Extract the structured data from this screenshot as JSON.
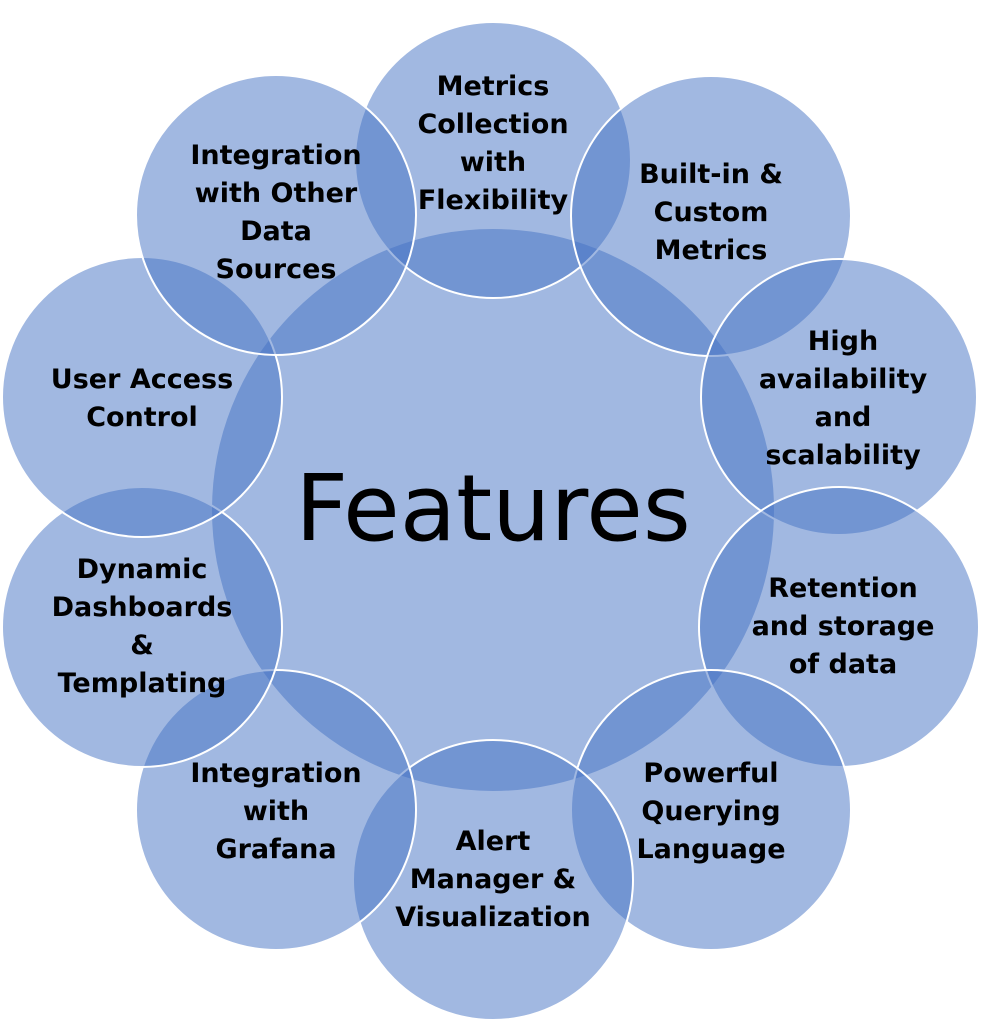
{
  "diagram": {
    "colors": {
      "circle_fill": "#4472c4",
      "circle_opacity": 0.5,
      "circle_stroke": "#ffffff",
      "text": "#000000"
    },
    "center": {
      "label": "Features"
    },
    "features": [
      {
        "lines": [
          "Metrics",
          "Collection",
          "with",
          "Flexibility"
        ]
      },
      {
        "lines": [
          "Built-in &",
          "Custom",
          "Metrics"
        ]
      },
      {
        "lines": [
          "High",
          "availability",
          "and",
          "scalability"
        ]
      },
      {
        "lines": [
          "Retention",
          "and storage",
          "of data"
        ]
      },
      {
        "lines": [
          "Powerful",
          "Querying",
          "Language"
        ]
      },
      {
        "lines": [
          "Alert",
          "Manager &",
          "Visualization"
        ]
      },
      {
        "lines": [
          "Integration",
          "with",
          "Grafana"
        ]
      },
      {
        "lines": [
          "Dynamic",
          "Dashboards",
          "&",
          "Templating"
        ]
      },
      {
        "lines": [
          "User Access",
          "Control"
        ]
      },
      {
        "lines": [
          "Integration",
          "with Other",
          "Data",
          "Sources"
        ]
      }
    ]
  }
}
